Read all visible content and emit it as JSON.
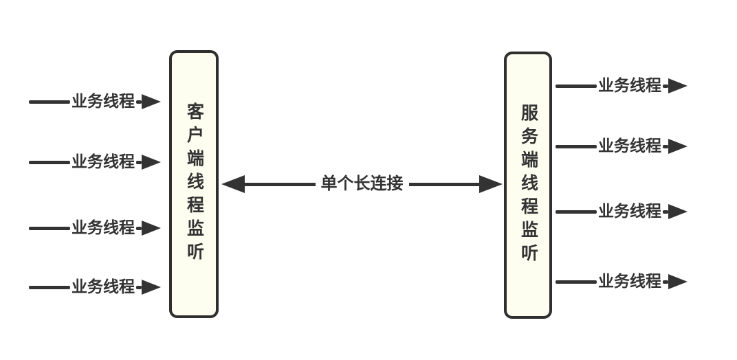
{
  "diagram": {
    "colors": {
      "background": "#ffffff",
      "line": "#333333",
      "box_fill": "#fdfdf0",
      "box_border": "#2f2f2f"
    },
    "client_box": {
      "label": "客户端线程监听"
    },
    "server_box": {
      "label": "服务端线程监听"
    },
    "connection": {
      "label": "单个长连接"
    },
    "left_threads": [
      {
        "label": "业务线程"
      },
      {
        "label": "业务线程"
      },
      {
        "label": "业务线程"
      },
      {
        "label": "业务线程"
      }
    ],
    "right_threads": [
      {
        "label": "业务线程"
      },
      {
        "label": "业务线程"
      },
      {
        "label": "业务线程"
      },
      {
        "label": "业务线程"
      }
    ]
  }
}
